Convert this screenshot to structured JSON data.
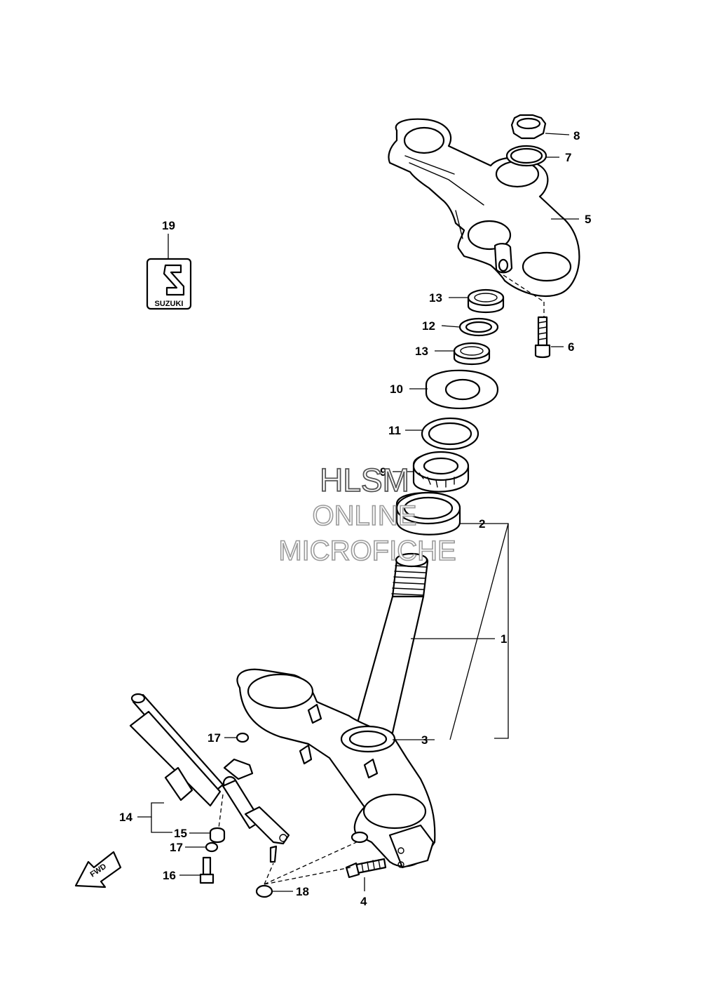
{
  "callouts": {
    "p1": "1",
    "p2": "2",
    "p3": "3",
    "p4": "4",
    "p5": "5",
    "p6": "6",
    "p7": "7",
    "p8": "8",
    "p9": "9",
    "p10": "10",
    "p11": "11",
    "p12": "12",
    "p13a": "13",
    "p13b": "13",
    "p14": "14",
    "p15": "15",
    "p16": "16",
    "p17a": "17",
    "p17b": "17",
    "p18": "18",
    "p19": "19"
  },
  "emblem": {
    "text": "SUZUKI"
  },
  "fwd": {
    "text": "FWD"
  },
  "watermark": {
    "line1": "HLSM",
    "line2": "ONLINE",
    "line3": "MICROFICHE"
  }
}
